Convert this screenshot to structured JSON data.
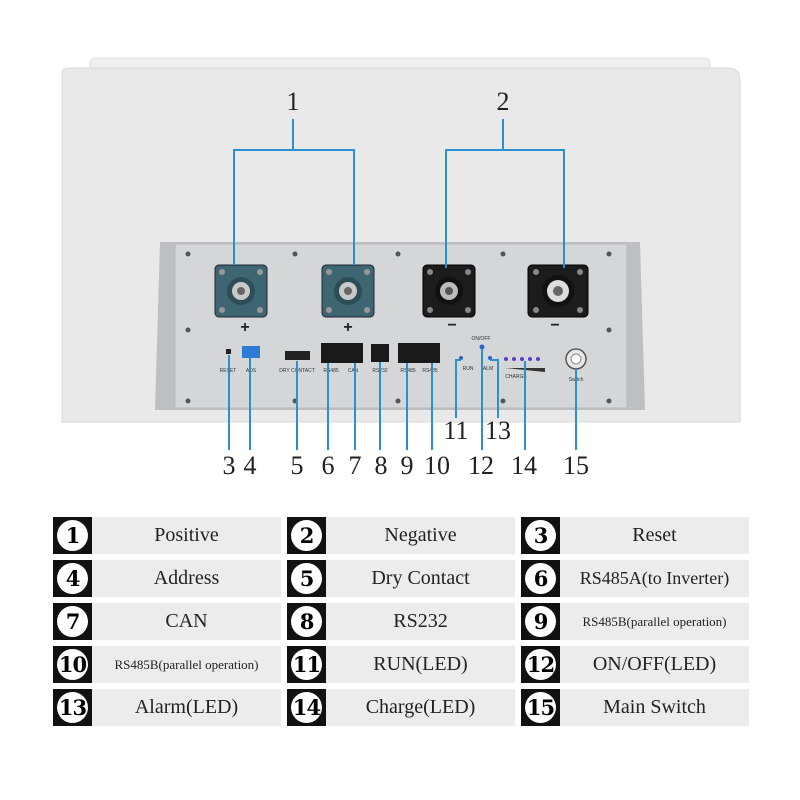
{
  "diagram": {
    "callouts_top": [
      "1",
      "2"
    ],
    "callouts_bottom": [
      "3",
      "4",
      "5",
      "6",
      "7",
      "8",
      "9",
      "10",
      "11",
      "12",
      "13",
      "14",
      "15"
    ],
    "panel_labels": {
      "reset": "RESET",
      "address": "ADS",
      "dry_contact": "DRY CONTACT",
      "rs485": "RS485",
      "can": "CAN",
      "rs232": "RS232",
      "rs485_b1": "RS485",
      "rs485_b2": "RS485",
      "on_off": "ON/OFF",
      "run": "RUN",
      "alm": "ALM",
      "charge": "CHARGE",
      "switch": "Switch"
    },
    "polarity": {
      "pos1": "+",
      "pos2": "+",
      "neg1": "−",
      "neg2": "−"
    },
    "colors": {
      "callout_line": "#2b8fd0",
      "casing": "#e9e9e9",
      "panel": "#d4d6d8",
      "terminal_teal": "#3d6672",
      "terminal_black": "#1c1c1c"
    }
  },
  "legend": [
    {
      "num": "1",
      "label": "Positive"
    },
    {
      "num": "2",
      "label": "Negative"
    },
    {
      "num": "3",
      "label": "Reset"
    },
    {
      "num": "4",
      "label": "Address"
    },
    {
      "num": "5",
      "label": "Dry Contact"
    },
    {
      "num": "6",
      "label": "RS485A(to Inverter)"
    },
    {
      "num": "7",
      "label": "CAN"
    },
    {
      "num": "8",
      "label": "RS232"
    },
    {
      "num": "9",
      "label": "RS485B(parallel operation)"
    },
    {
      "num": "10",
      "label": "RS485B(parallel operation)"
    },
    {
      "num": "11",
      "label": "RUN(LED)"
    },
    {
      "num": "12",
      "label": "ON/OFF(LED)"
    },
    {
      "num": "13",
      "label": "Alarm(LED)"
    },
    {
      "num": "14",
      "label": "Charge(LED)"
    },
    {
      "num": "15",
      "label": "Main Switch"
    }
  ]
}
